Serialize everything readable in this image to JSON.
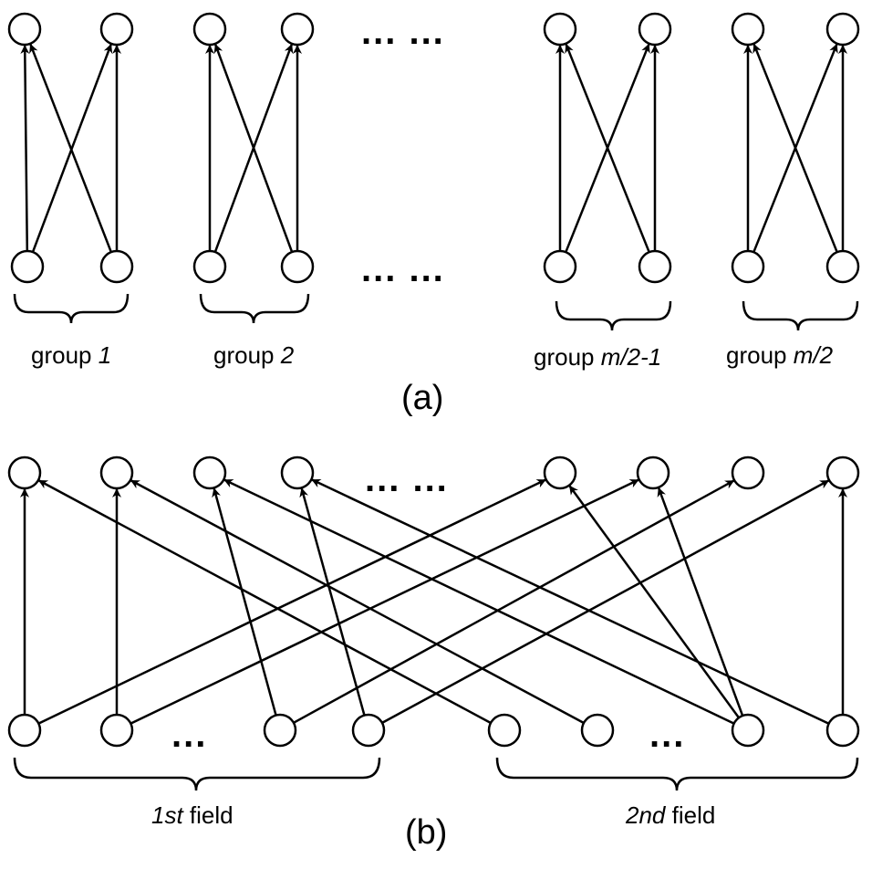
{
  "panel_a": {
    "caption": "(a)",
    "groups": [
      {
        "word": "group",
        "index": "1"
      },
      {
        "word": "group",
        "index": "2"
      },
      {
        "word": "group",
        "index": "m/2-1"
      },
      {
        "word": "group",
        "index": "m/2"
      }
    ],
    "ellipsis": "... ..."
  },
  "panel_b": {
    "caption": "(b)",
    "fields": [
      {
        "ordinal": "1st",
        "word": "field"
      },
      {
        "ordinal": "2nd",
        "word": "field"
      }
    ],
    "top_ellipsis": "... ...",
    "bottom_ellipsis": "..."
  }
}
